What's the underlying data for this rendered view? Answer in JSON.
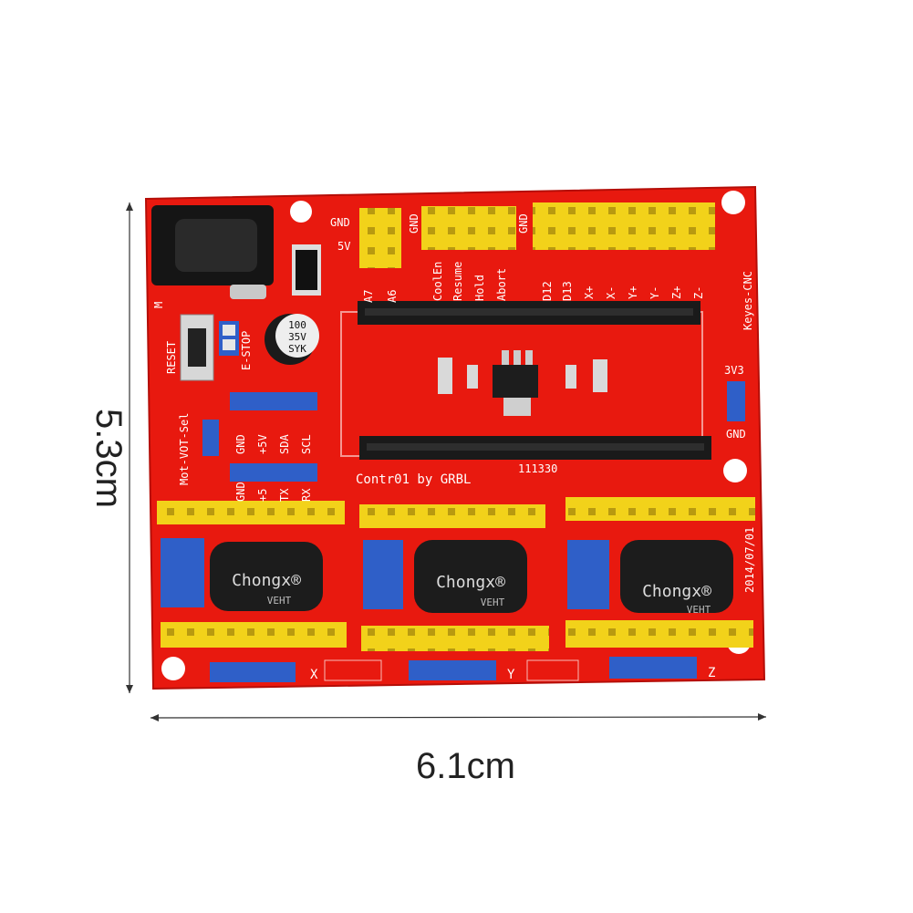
{
  "dimensions": {
    "width": "6.1cm",
    "height": "5.3cm"
  },
  "board": {
    "title": "Keyes-CNC",
    "credit": "Contr01 by GRBL",
    "code": "111330",
    "date": "2014/07/01",
    "colors": {
      "pcb": "#e8190f",
      "header_yellow": "#f2d21a",
      "jumper_blue": "#2f5fc8",
      "capacitor": "#1c1c1c"
    },
    "labels": {
      "gnd": "GND",
      "v5": "5V",
      "a7": "A7",
      "a6": "A6",
      "coolen": "CoolEn",
      "resume": "Resume",
      "hold": "Hold",
      "abort": "Abort",
      "d12": "D12",
      "d13": "D13",
      "xp": "X+",
      "xm": "X-",
      "yp": "Y+",
      "ym": "Y-",
      "zp": "Z+",
      "zm": "Z-",
      "reset": "RESET",
      "estop": "E-STOP",
      "v3v3": "3V3",
      "gnd2": "GND",
      "motvot": "Mot-VOT-Sel",
      "m": "M",
      "top_row": [
        "GND",
        "+5V",
        "SDA",
        "SCL"
      ],
      "bot_row": [
        "GND",
        "+5",
        "TX",
        "RX"
      ],
      "axis_x": "X",
      "axis_y": "Y",
      "axis_z": "Z"
    },
    "cap_small": [
      "100",
      "35V",
      "SYK"
    ],
    "cap_brand": "Chongx®",
    "cap_sub": "VEHT"
  }
}
